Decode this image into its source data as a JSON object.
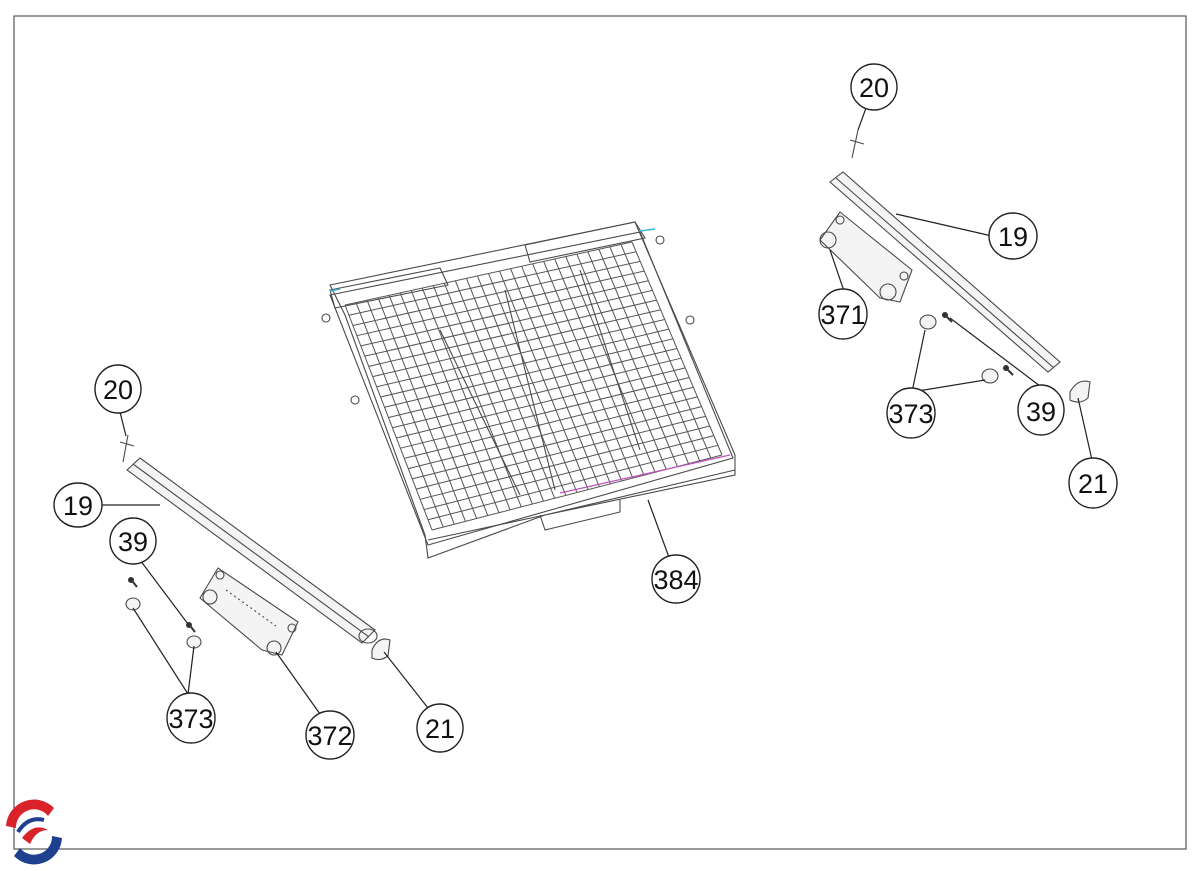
{
  "diagram": {
    "type": "exploded-parts-diagram",
    "callouts": {
      "c20_right": "20",
      "c19_right": "19",
      "c371": "371",
      "c373_right": "373",
      "c39_right": "39",
      "c21_right": "21",
      "c20_left": "20",
      "c19_left": "19",
      "c39_left": "39",
      "c373_left": "373",
      "c372": "372",
      "c21_left": "21",
      "c384": "384"
    }
  },
  "logo": {
    "name": "brand-logo",
    "colors": [
      "#d9222a",
      "#1f3f8f"
    ]
  }
}
